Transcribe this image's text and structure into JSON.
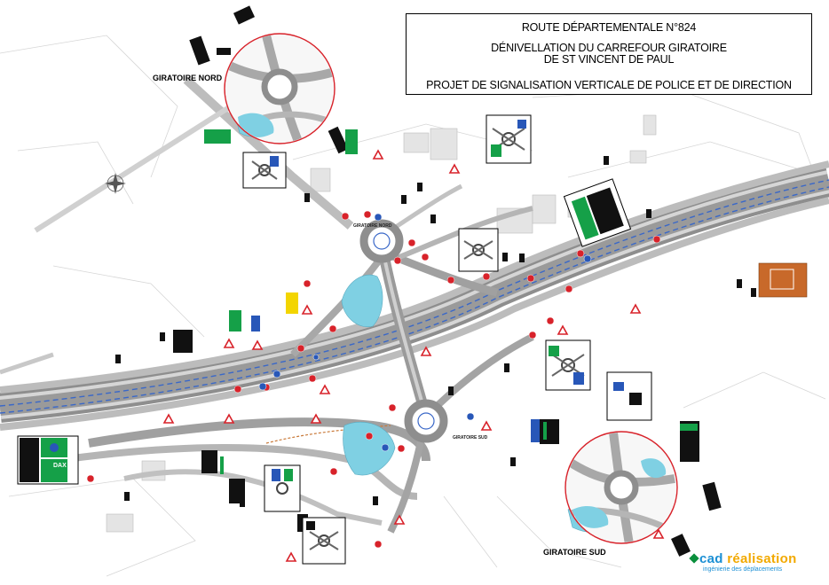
{
  "title_block": {
    "line1": "ROUTE DÉPARTEMENTALE N°824",
    "line2": "DÉNIVELLATION DU CARREFOUR GIRATOIRE",
    "line3": "DE ST VINCENT DE PAUL",
    "line4": "PROJET DE SIGNALISATION VERTICALE DE POLICE ET DE DIRECTION"
  },
  "labels": {
    "giratoire_nord": "GIRATOIRE NORD",
    "giratoire_sud": "GIRATOIRE SUD",
    "giratoire_nord_small": "GIRATOIRE NORD",
    "giratoire_sud_small": "GIRATOIRE SUD"
  },
  "sign_panel_left": {
    "destination": "DAX"
  },
  "logo": {
    "brand_a": "cad ",
    "brand_b": "réalisation",
    "tagline": "ingénierie des déplacements"
  },
  "colors": {
    "road": "#9a9a9a",
    "road_light": "#cfcfcf",
    "water": "#7fd0e3",
    "sign_red": "#d8222a",
    "sign_blue": "#2857b8",
    "sign_green": "#15a048",
    "highway_blue": "#3a68c8",
    "orange_panel": "#c8692a"
  }
}
